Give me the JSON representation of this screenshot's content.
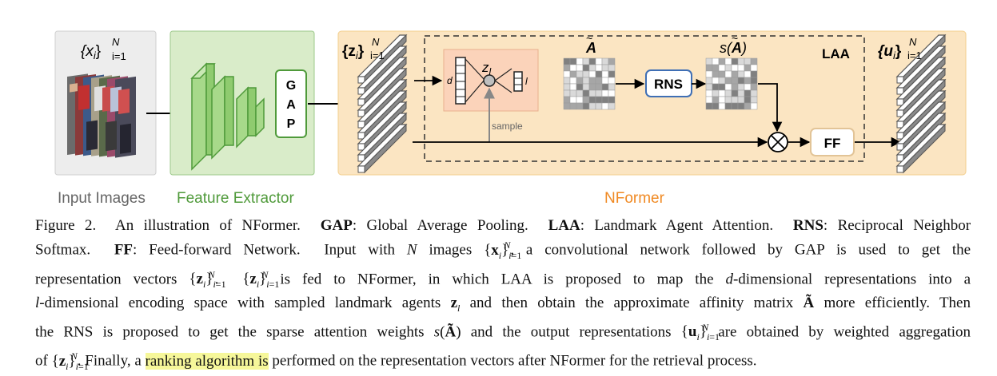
{
  "figure": {
    "panel_labels": {
      "input": "Input Images",
      "extractor": "Feature Extractor",
      "nformer": "NFormer"
    },
    "gap_letters": [
      "G",
      "A",
      "P"
    ],
    "laa_label": "LAA",
    "rns_label": "RNS",
    "ff_label": "FF",
    "sample_label": "sample",
    "dim_d": "d",
    "dim_l": "l",
    "z_l_label": "z",
    "z_l_sub": "l",
    "a_tilde_label": "A",
    "s_a_label_pre": "s(",
    "s_a_label_post": ")",
    "x_set": {
      "base": "{x",
      "sub_i": "i",
      "close": "}",
      "sup": "N",
      "sub": "i=1"
    },
    "z_set": {
      "base": "{z",
      "sub_i": "i",
      "close": "}",
      "sup": "N",
      "sub": "i=1"
    },
    "u_set": {
      "base": "{u",
      "sub_i": "i",
      "close": "}",
      "sup": "N",
      "sub": "i=1"
    },
    "colors": {
      "input_bg": "#ededed",
      "extractor_bg": "#d9ecc9",
      "extractor_border": "#9cc98a",
      "green_block": "#a7d98a",
      "green_edge": "#4f9a3a",
      "nformer_bg": "#fbe5c2",
      "nformer_border": "#f3cf8e",
      "nformer_text": "#f08a24",
      "rns_border": "#3f6fb5",
      "ff_border": "#e2c497",
      "zl_box": "#fbd3ba"
    }
  },
  "caption": {
    "fig_label": "Figure 2.",
    "intro": "An illustration of NFormer.",
    "gap_key": "GAP",
    "gap_def": ": Global Average Pooling.",
    "laa_key": "LAA",
    "laa_def": ": Landmark Agent Attention.",
    "rns_key": "RNS",
    "rns_def": ": Reciprocal Neighbor",
    "rns_def2": "Softmax.",
    "ff_key": "FF",
    "ff_def": ": Feed-forward Network.",
    "l2_a": "Input with",
    "l2_N": "N",
    "l2_b": "images",
    "l2_c": ", a convolutional network followed by GAP is used to get the",
    "l3_a": "representation vectors",
    "l3_b": ".",
    "l3_c": "is fed to NFormer, in which LAA is proposed to map the",
    "l3_d": "d",
    "l3_e": "-dimensional representations into a",
    "l4_l": "l",
    "l4_a": "-dimensional encoding space with sampled landmark agents",
    "l4_b": "and then obtain the approximate affinity matrix",
    "l4_c": "more efficiently. Then",
    "l5_a": "the RNS is proposed to get the sparse attention weights",
    "l5_b": "and the output representations",
    "l5_c": "are obtained by weighted aggregation",
    "l6_a": "of",
    "l6_b": ". Finally, a",
    "l6_hl": "ranking algorithm is",
    "l6_c": "performed on the representation vectors after NFormer for the retrieval process."
  }
}
